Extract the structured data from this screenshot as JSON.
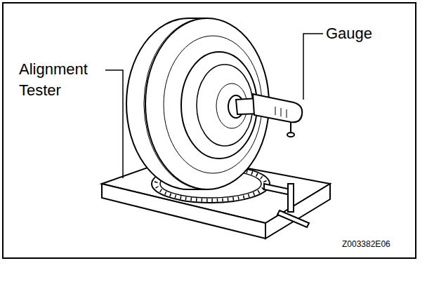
{
  "diagram": {
    "labels": [
      "Alignment Tester",
      "Gauge",
      "Z003382E06"
    ]
  }
}
